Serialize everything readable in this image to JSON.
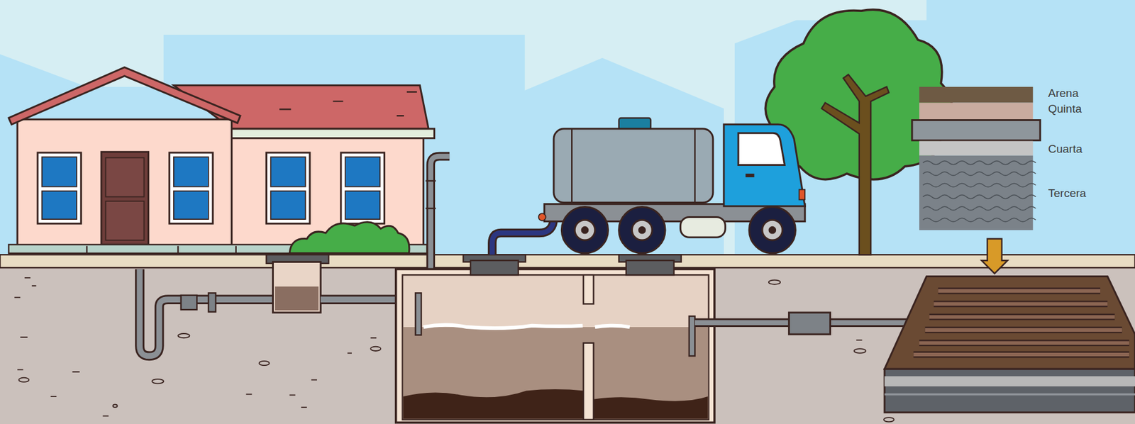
{
  "diagram": {
    "labels": [
      "Arena",
      "Quinta",
      "Cuarta",
      "Tercera"
    ]
  }
}
